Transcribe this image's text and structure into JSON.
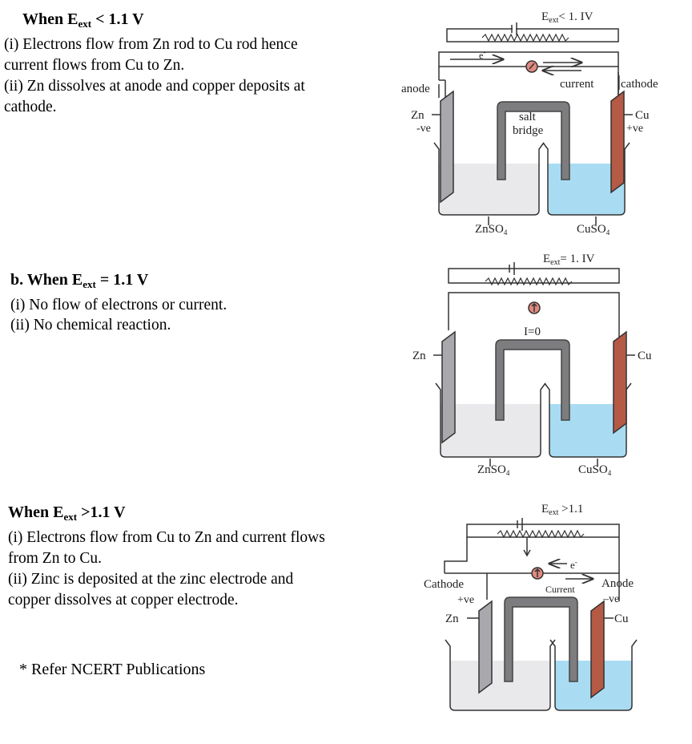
{
  "sections": [
    {
      "heading_pre": "When E",
      "heading_sub": "ext",
      "heading_post": " < 1.1 V",
      "lines": [
        "(i) Electrons flow from Zn rod to Cu rod hence",
        "current flows from Cu to Zn.",
        "(ii) Zn dissolves at anode and copper deposits at",
        "cathode."
      ]
    },
    {
      "heading_pre": "b. When E",
      "heading_sub": "ext",
      "heading_post": " = 1.1 V",
      "lines": [
        "(i) No flow of electrons or current.",
        "(ii) No chemical reaction."
      ]
    },
    {
      "heading_pre": "When E",
      "heading_sub": "ext",
      "heading_post": " >1.1 V",
      "lines": [
        "(i) Electrons flow from Cu to Zn and current flows",
        "from Zn to Cu.",
        "(ii) Zinc is deposited at the zinc electrode and",
        "copper dissolves at copper electrode."
      ]
    }
  ],
  "footnote": "* Refer NCERT Publications",
  "diagrams": {
    "d1": {
      "eext_pre": "E",
      "eext_sub": "ext",
      "eext_post": "< 1. IV",
      "electron": "e",
      "electron_sup": "-",
      "anode": "anode",
      "cathode": "cathode",
      "current": "current",
      "zn": "Zn",
      "zn_sign": "-ve",
      "cu": "Cu",
      "cu_sign": "+ve",
      "salt": "salt",
      "bridge": "bridge",
      "left_solution_pre": "ZnSO",
      "left_solution_sub": "4",
      "right_solution_pre": "CuSO",
      "right_solution_sub": "4"
    },
    "d2": {
      "eext_pre": "E",
      "eext_sub": "ext",
      "eext_post": "= 1. IV",
      "current_zero": "I=0",
      "zn": "Zn",
      "cu": "Cu",
      "left_solution_pre": "ZnSO",
      "left_solution_sub": "4",
      "right_solution_pre": "CuSO",
      "right_solution_sub": "4"
    },
    "d3": {
      "eext_pre": "E",
      "eext_sub": "ext",
      "eext_post": " >1.1",
      "electron": "e",
      "electron_sup": "-",
      "cathode": "Cathode",
      "cathode_sign": "+ve",
      "anode": "Anode",
      "anode_sign": "–ve",
      "current": "Current",
      "zn": "Zn",
      "cu": "Cu"
    }
  },
  "colors": {
    "zinc_solution": "#e9e9ec",
    "copper_solution": "#a9dcf3",
    "zinc_rod": "#a9a9ad",
    "copper_rod": "#b55a45",
    "salt_bridge": "#7d7d80",
    "ammeter": "#e08a80"
  }
}
